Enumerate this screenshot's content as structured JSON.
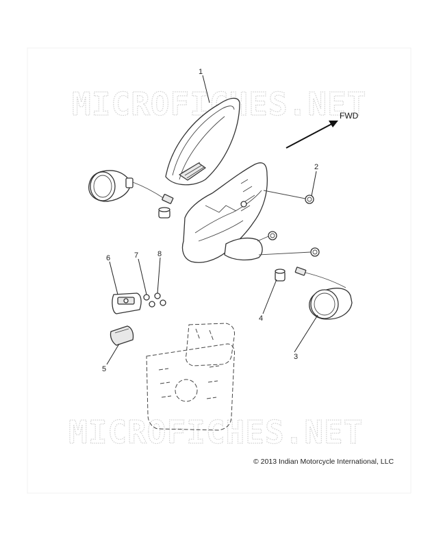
{
  "watermark": {
    "text": "MICROFICHES.NET"
  },
  "direction": {
    "label": "FWD"
  },
  "callouts": [
    "1",
    "2",
    "3",
    "4",
    "5",
    "6",
    "7",
    "8"
  ],
  "copyright": {
    "symbol": "©",
    "text": "2013 Indian Motorcycle International, LLC"
  },
  "colors": {
    "line": "#333333",
    "watermark": "#d0d0d0",
    "background": "#ffffff"
  }
}
